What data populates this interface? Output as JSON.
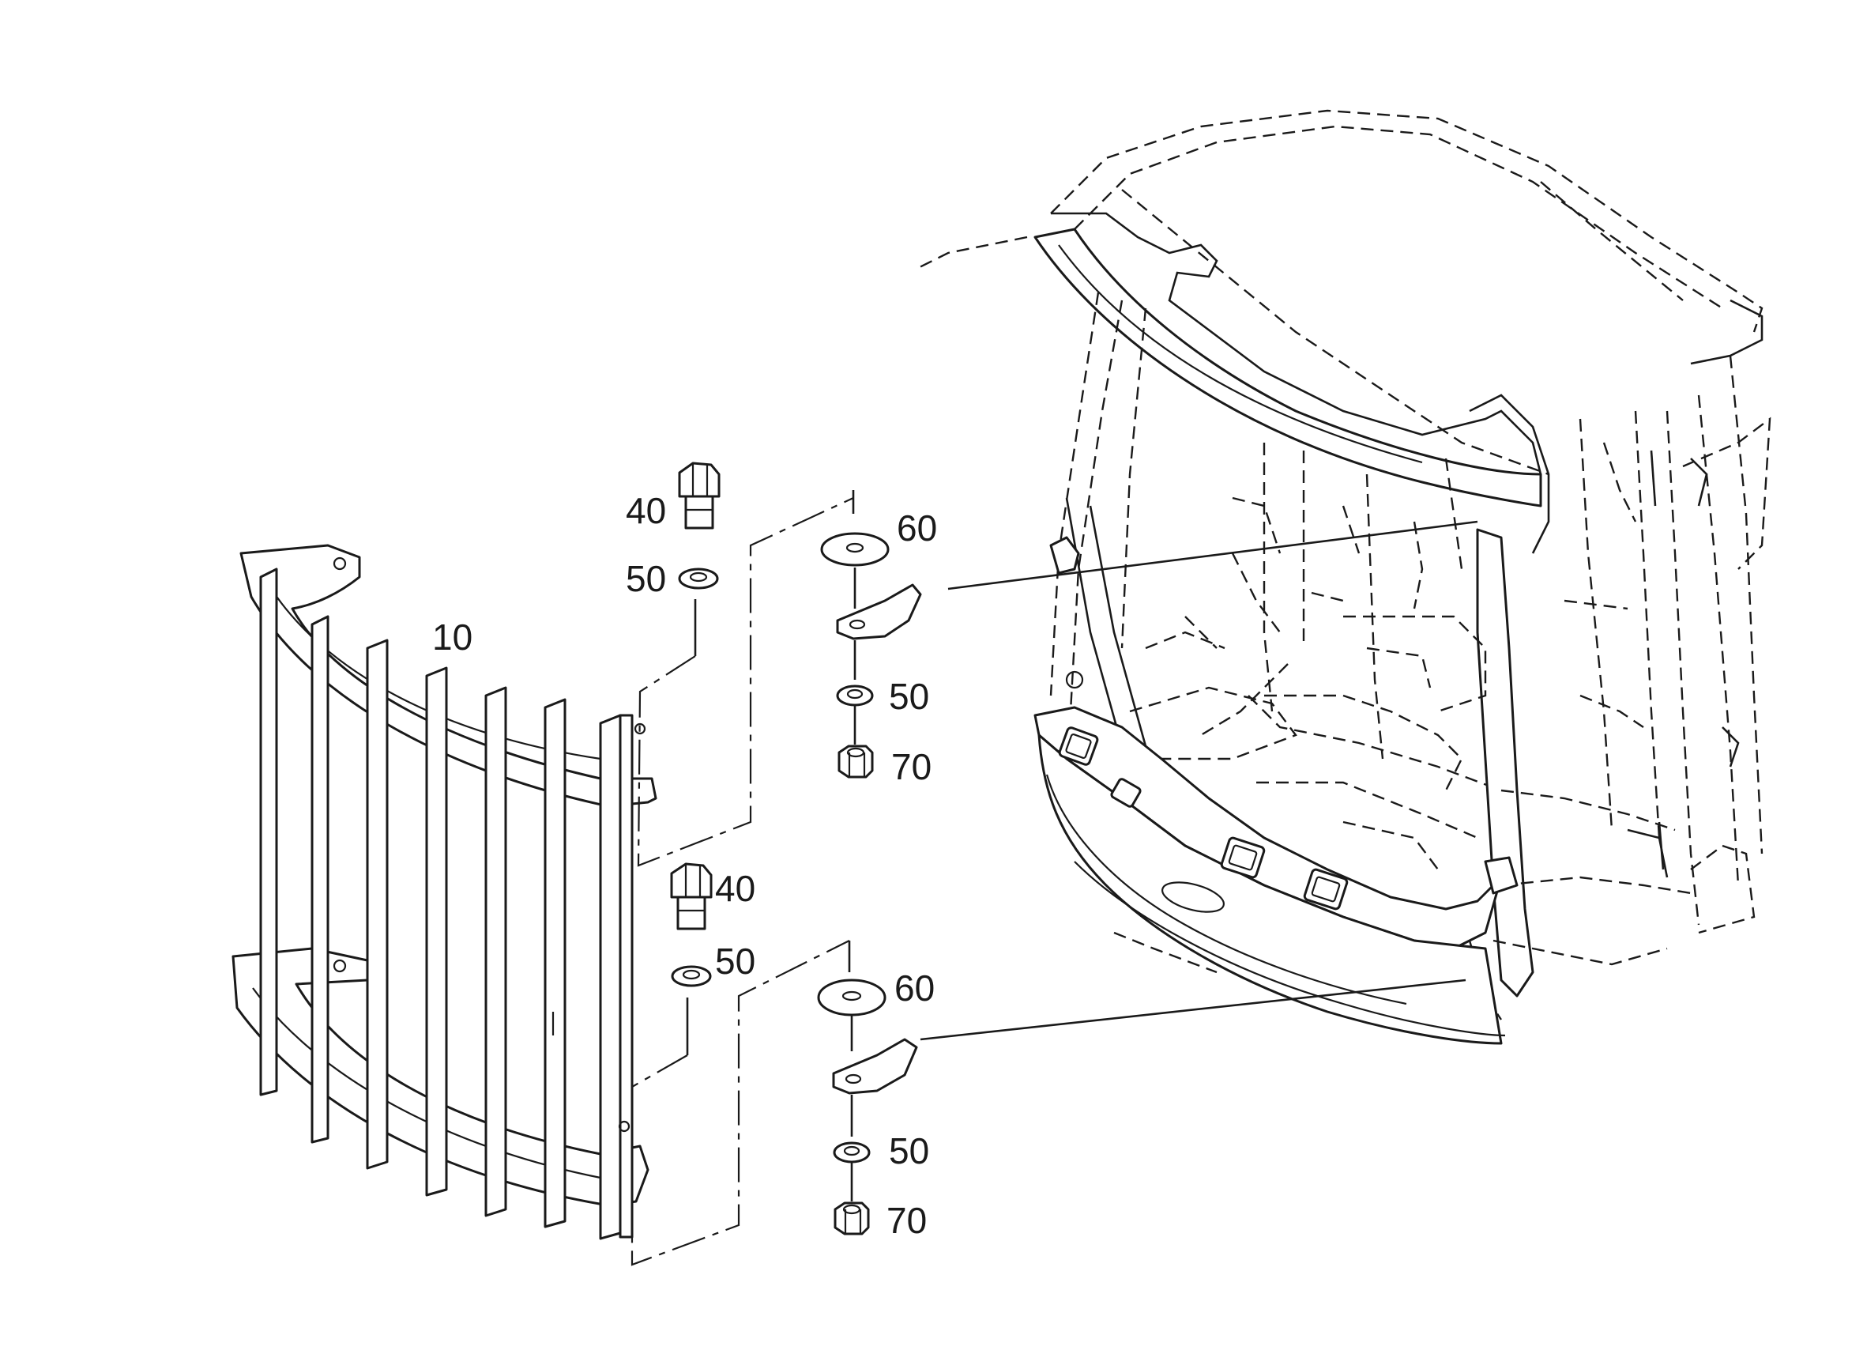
{
  "callouts": {
    "grille": "10",
    "bolt_top": "40",
    "bolt_bottom": "40",
    "lockwasher_top_left": "50",
    "lockwasher_bottom_left": "50",
    "lockwasher_top_right": "50",
    "lockwasher_bottom_right": "50",
    "washer_top": "60",
    "washer_bottom": "60",
    "nut_top": "70",
    "nut_bottom": "70"
  }
}
